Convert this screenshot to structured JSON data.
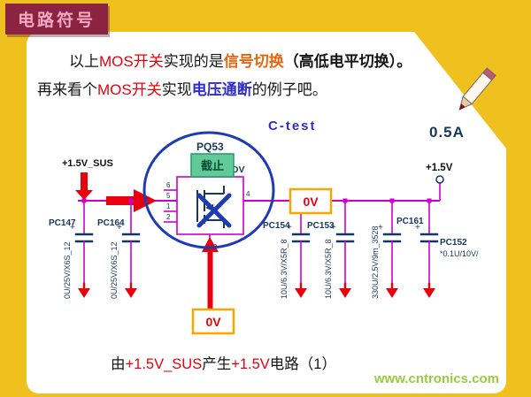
{
  "badge": {
    "label": "电路符号"
  },
  "intro": {
    "line1": {
      "s0": "以上",
      "s1": "MOS开关",
      "s2": "实现的是",
      "s3": "信号切换",
      "s4": "（高低电平切换）。"
    },
    "line2": {
      "s0": "再来看个",
      "s1": "MOS开关",
      "s2": "实现",
      "s3": "电压通断",
      "s4": "的例子吧。"
    }
  },
  "circuit": {
    "title": "C-test",
    "current": "0.5A",
    "input_net": "+1.5V_SUS",
    "output_net": "+1.5V",
    "mosfet": {
      "ref": "PQ53",
      "part": "SI2305DDV",
      "state": "截止",
      "pins": [
        "6",
        "5",
        "1",
        "2",
        "3",
        "4"
      ]
    },
    "ov_right": "0V",
    "ov_bottom": "0V",
    "plus": "+",
    "caps": [
      {
        "ref": "PC147",
        "value": "0U/25V/X6S_12"
      },
      {
        "ref": "PC164",
        "value": "0U/25V/X6S_12"
      },
      {
        "ref": "PC154",
        "value": "10U/6.3V/X5R_8"
      },
      {
        "ref": "PC153",
        "value": "10U/6.3V/X5R_8"
      },
      {
        "ref": "PC161",
        "value": "330U/2.5V/9m_3528"
      },
      {
        "ref": "PC152",
        "value": "*0.1U/10V/"
      }
    ]
  },
  "caption": {
    "s0": "由",
    "s1": "+1.5V_SUS",
    "s2": "产生",
    "s3": "+1.5V",
    "s4": "电路（1）"
  },
  "watermark": "www.cntronics.com",
  "colors": {
    "accent_yellow": "#F0C11E",
    "wire_magenta": "#CC00CC",
    "highlight_blue": "#1F3BB3",
    "alert_red": "#E8000D",
    "state_green": "#62C998",
    "badge_maroon": "#8C2340"
  }
}
